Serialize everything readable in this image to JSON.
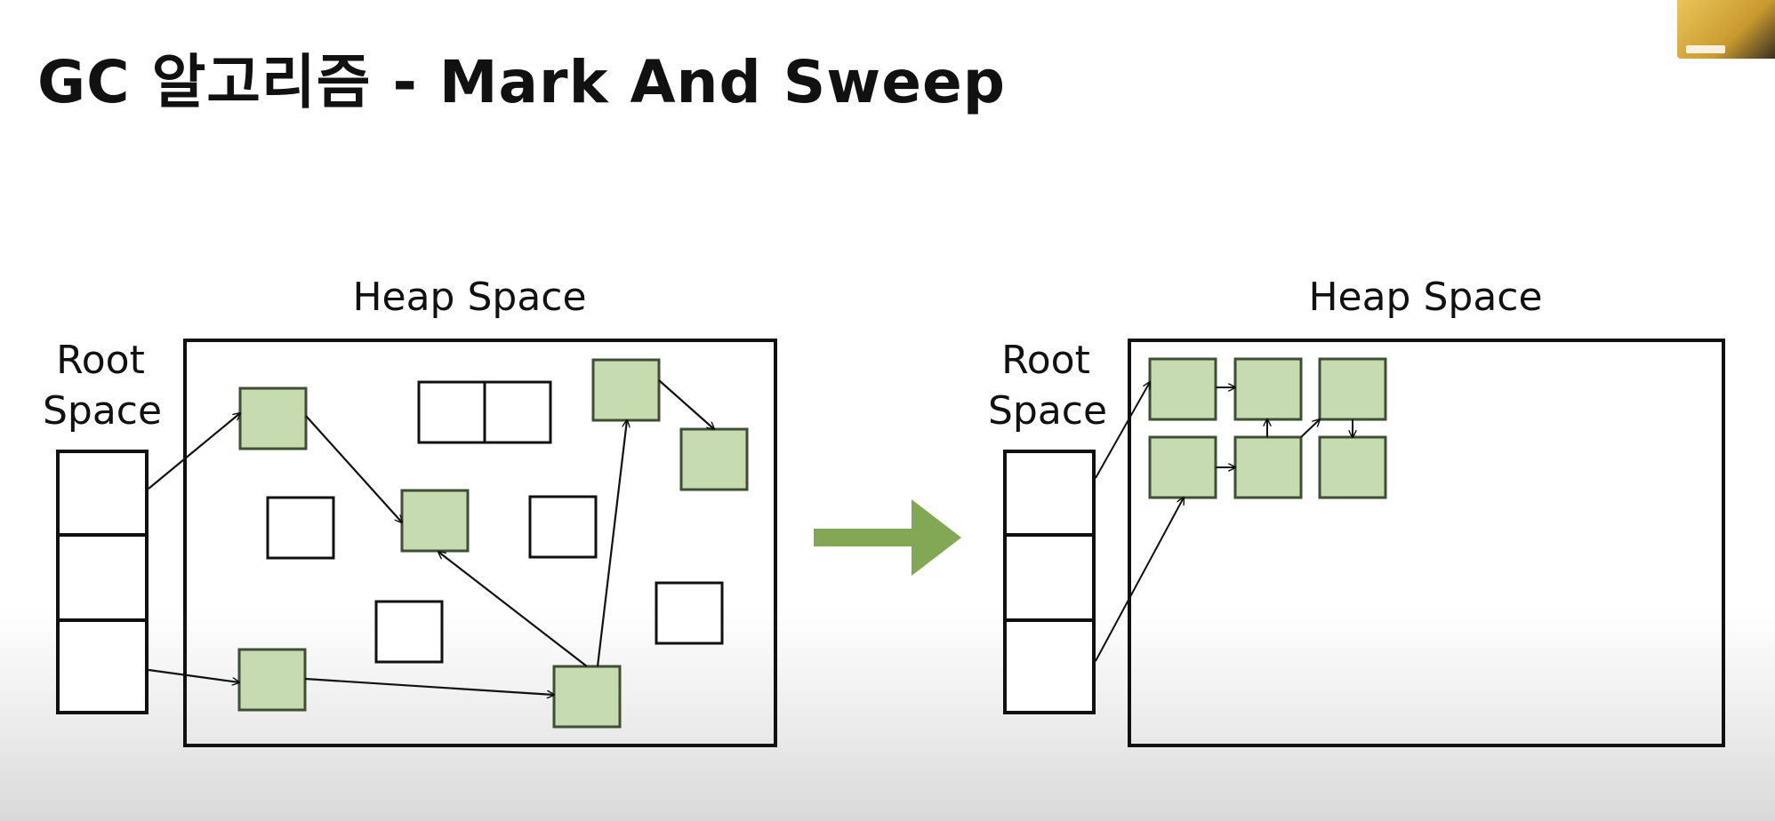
{
  "title": "GC 알고리즘 - Mark And Sweep",
  "colors": {
    "reachable_fill": "#c6dbb0",
    "reachable_stroke": "#3d4f35",
    "arrow_green": "#82a856",
    "border": "#111111",
    "background": "#ffffff"
  },
  "before": {
    "heap_label": "Heap Space",
    "root_label_line1": "Root",
    "root_label_line2": "Space",
    "root_slots": 3
  },
  "after": {
    "heap_label": "Heap Space",
    "root_label_line1": "Root",
    "root_label_line2": "Space",
    "root_slots": 3
  },
  "transition_icon": "right-arrow-icon",
  "presenter_icon": "webcam-thumbnail"
}
